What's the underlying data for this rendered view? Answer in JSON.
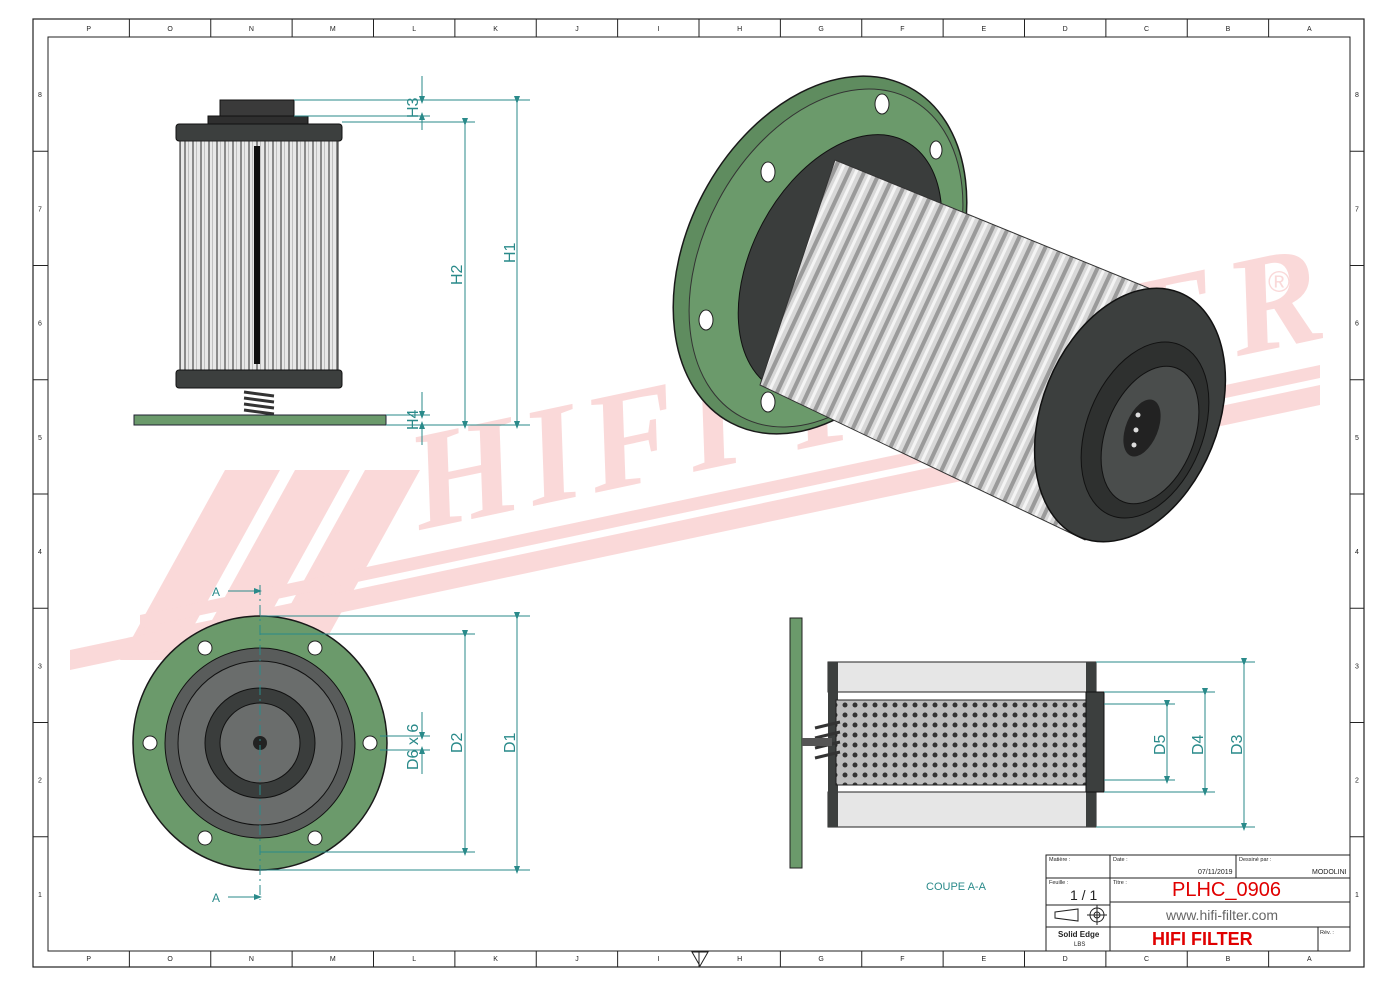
{
  "watermark": {
    "text": "HIFI FILTER",
    "registered": "®",
    "color": "#f08a8a"
  },
  "border": {
    "columns": [
      "P",
      "O",
      "N",
      "M",
      "L",
      "K",
      "J",
      "I",
      "H",
      "G",
      "F",
      "E",
      "D",
      "C",
      "B",
      "A"
    ],
    "rows": [
      "8",
      "7",
      "6",
      "5",
      "4",
      "3",
      "2",
      "1"
    ]
  },
  "dimensions": {
    "side_view": {
      "h1": "H1",
      "h2": "H2",
      "h3": "H3",
      "h4": "H4"
    },
    "front_view": {
      "d1": "D1",
      "d2": "D2",
      "d6": "D6 x 6",
      "section_mark": "A"
    },
    "section_view": {
      "d3": "D3",
      "d4": "D4",
      "d5": "D5",
      "caption": "COUPE A-A"
    }
  },
  "title_block": {
    "matiere_label": "Matière :",
    "date_label": "Date :",
    "date_value": "07/11/2019",
    "dessine_label": "Dessiné par :",
    "dessine_value": "MODOLINI",
    "feuille_label": "Feuille :",
    "feuille_value": "1 / 1",
    "titre_label": "Titre :",
    "part_number": "PLHC_0906",
    "website": "www.hifi-filter.com",
    "software": "Solid Edge",
    "software_sub": "LBS",
    "brand": "HIFI FILTER",
    "rev_label": "Rév. :"
  },
  "colors": {
    "dimension": "#2a8a8a",
    "flange": "#6b9a6b",
    "rubber": "#3c3f3e",
    "brand_red": "#e00000"
  }
}
